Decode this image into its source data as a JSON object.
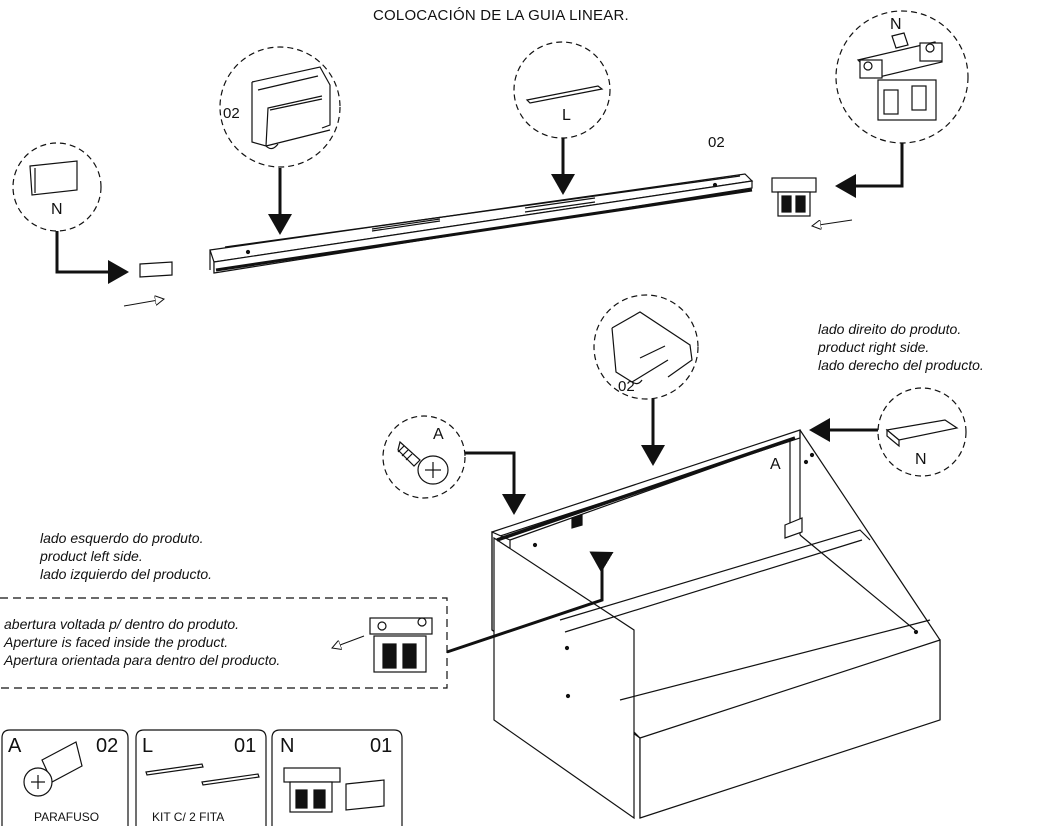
{
  "title": "COLOCACIÓN DE LA GUIA LINEAR.",
  "callouts": {
    "profile_part_number": "02",
    "rail_part_number": "02",
    "profile_bottom_number": "02",
    "tape_letter": "L",
    "end_cap_letter_left": "N",
    "end_cap_letter_right": "N",
    "runner_letter": "N",
    "screw_letter": "A",
    "cabinet_letter": "A"
  },
  "notes": {
    "right_side": [
      "lado direito do produto.",
      "product right side.",
      "lado derecho del producto."
    ],
    "left_side": [
      "lado esquerdo do produto.",
      "product left side.",
      "lado izquierdo del producto."
    ],
    "aperture": [
      "abertura voltada p/ dentro do produto.",
      "Aperture is faced inside the product.",
      "Apertura orientada para dentro del producto."
    ]
  },
  "parts": [
    {
      "letter": "A",
      "qty": "02",
      "caption": "PARAFUSO"
    },
    {
      "letter": "L",
      "qty": "01",
      "caption": "KIT C/ 2 FITA"
    },
    {
      "letter": "N",
      "qty": "01",
      "caption": ""
    }
  ]
}
